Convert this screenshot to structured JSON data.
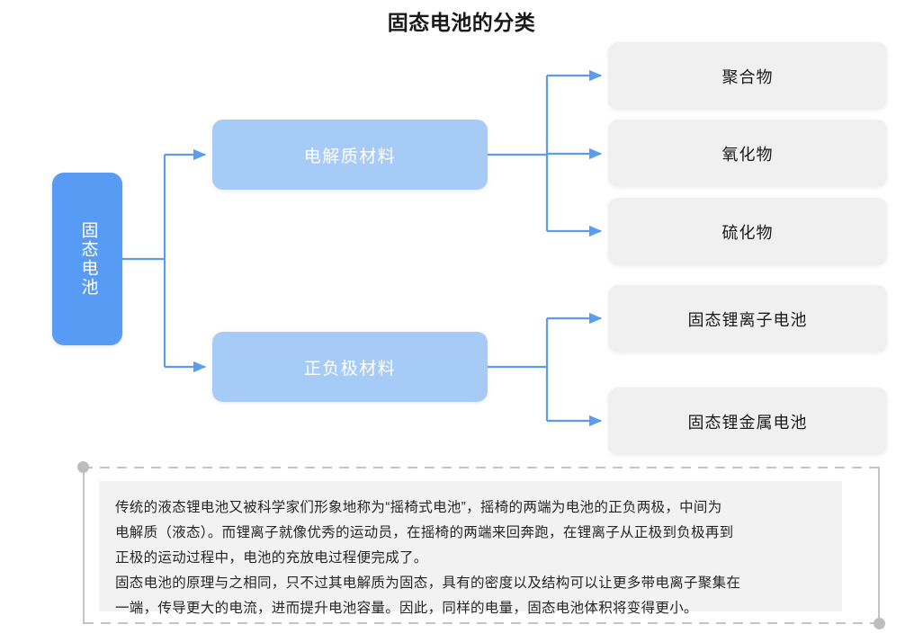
{
  "title": "固态电池的分类",
  "colors": {
    "root_fill": "#579bf5",
    "branch_fill": "#a6cbf7",
    "leaf_fill": "#f0f0f0",
    "connector": "#5b9bf0",
    "frame": "#c4c4c4",
    "note_bg": "#f2f2f2",
    "text_dark": "#1a1a1a",
    "text_light": "#ffffff"
  },
  "diagram": {
    "root": {
      "label": "固态电池"
    },
    "branches": [
      {
        "label": "电解质材料",
        "children": [
          "聚合物",
          "氧化物",
          "硫化物"
        ]
      },
      {
        "label": "正负极材料",
        "children": [
          "固态锂离子电池",
          "固态锂金属电池"
        ]
      }
    ],
    "leaves": [
      "聚合物",
      "氧化物",
      "硫化物",
      "固态锂离子电池",
      "固态锂金属电池"
    ]
  },
  "note": {
    "lines": [
      "传统的液态锂电池又被科学家们形象地称为“摇椅式电池”，摇椅的两端为电池的正负两极，中间为",
      "电解质（液态）。而锂离子就像优秀的运动员，在摇椅的两端来回奔跑，在锂离子从正极到负极再到",
      "正极的运动过程中，电池的充放电过程便完成了。",
      "固态电池的原理与之相同，只不过其电解质为固态，具有的密度以及结构可以让更多带电离子聚集在",
      "一端，传导更大的电流，进而提升电池容量。因此，同样的电量，固态电池体积将变得更小。"
    ]
  }
}
